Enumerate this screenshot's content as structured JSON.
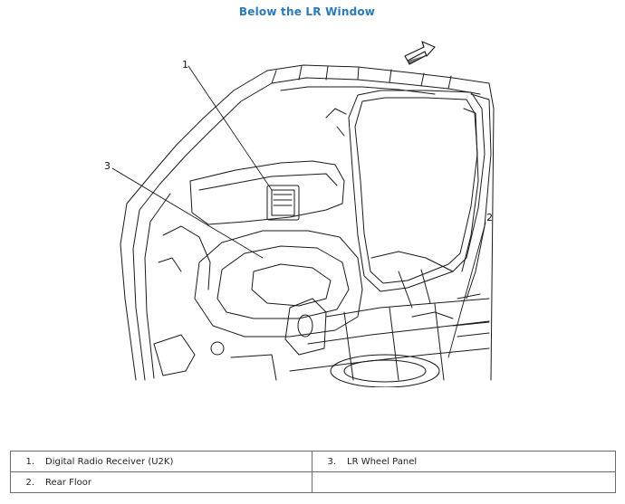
{
  "title": "Below the LR Window",
  "callouts": {
    "one": "1",
    "two": "2",
    "three": "3"
  },
  "legend": [
    {
      "number": "1.",
      "label": "Digital Radio Receiver (U2K)"
    },
    {
      "number": "2.",
      "label": "Rear Floor"
    },
    {
      "number": "3.",
      "label": "LR Wheel Panel"
    }
  ],
  "colors": {
    "title": "#2a7ab8",
    "line_art": "#1a1a1a"
  },
  "icons": [
    "front-direction-arrow-icon"
  ]
}
